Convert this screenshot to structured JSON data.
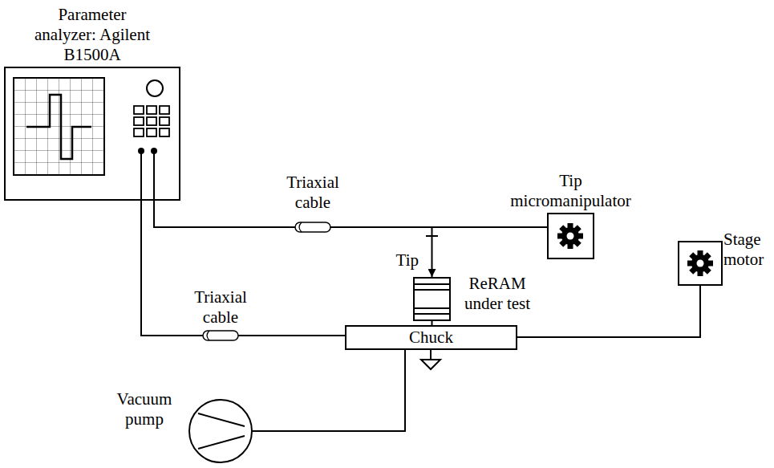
{
  "diagram": {
    "nodes": [
      {
        "text": [
          "Parameter analyzer: Agilent B1500A"
        ]
      },
      {
        "text": [
          "Tip micromanipulator"
        ]
      },
      {
        "text": [
          "ReRAM under test"
        ]
      },
      {
        "text": [
          "Chuck"
        ]
      },
      {
        "text": [
          "Stage motor"
        ]
      },
      {
        "text": [
          "Vacuum pump"
        ]
      }
    ],
    "edges": [
      {
        "from": 0,
        "to": 1,
        "label": "Triaxial cable",
        "arrow": "none"
      },
      {
        "from": 0,
        "to": 3,
        "label": "Triaxial cable",
        "arrow": "none"
      },
      {
        "from": 1,
        "to": 2,
        "label": "Tip",
        "arrow": "to"
      },
      {
        "from": 2,
        "to": 3,
        "arrow": "none"
      },
      {
        "from": 3,
        "to": 4,
        "arrow": "none"
      },
      {
        "from": 3,
        "to": 5,
        "arrow": "none"
      }
    ]
  }
}
